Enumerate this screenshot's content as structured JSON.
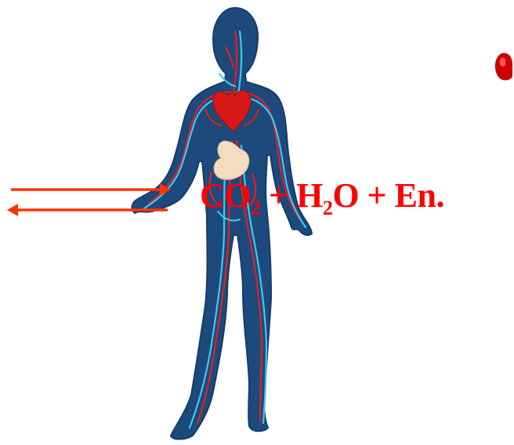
{
  "colors": {
    "body": "#1c4a7c",
    "body_outline": "#163d68",
    "artery": "#e02020",
    "vein": "#3ec7f0",
    "heart": "#d81818",
    "stomach": "#f3dcc0",
    "arrow": "#ff3300",
    "text": "#ff0000"
  },
  "icons": {
    "figure": "human-circulatory-system-icon",
    "heart": "heart-icon",
    "stomach": "stomach-icon",
    "arrows": "bidirectional-arrow-icon",
    "blob": "red-cell-icon"
  },
  "equation": {
    "co": "CO",
    "co_sub": "2",
    "plus1": " + ",
    "h": "H",
    "h_sub": "2",
    "o": "O",
    "plus2": " + ",
    "en": "En."
  }
}
